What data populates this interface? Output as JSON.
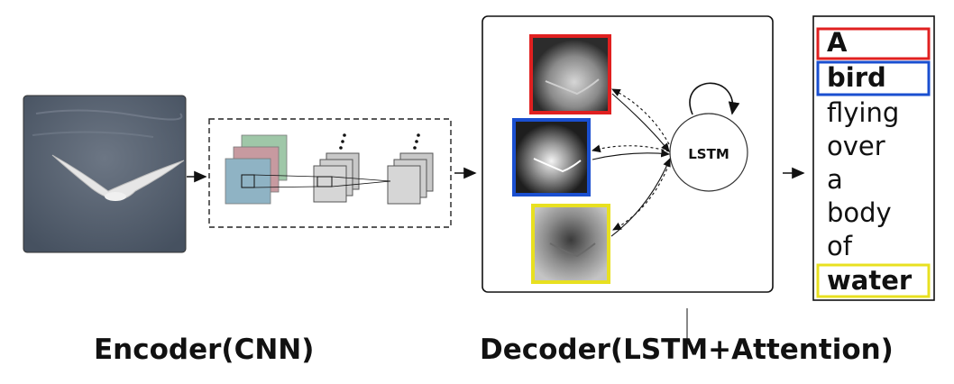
{
  "captions": {
    "encoder": "Encoder(CNN)",
    "decoder": "Decoder(LSTM+Attention)"
  },
  "lstm_label": "LSTM",
  "caption_words": [
    {
      "text": "A",
      "highlight": "#e02020",
      "bold": true
    },
    {
      "text": "bird",
      "highlight": "#1a4fd0",
      "bold": true
    },
    {
      "text": "flying",
      "highlight": null,
      "bold": false
    },
    {
      "text": "over",
      "highlight": null,
      "bold": false
    },
    {
      "text": "a",
      "highlight": null,
      "bold": false
    },
    {
      "text": "body",
      "highlight": null,
      "bold": false
    },
    {
      "text": "of",
      "highlight": null,
      "bold": false
    },
    {
      "text": "water",
      "highlight": "#e8e020",
      "bold": true
    }
  ],
  "colors": {
    "attention_red": "#e02020",
    "attention_blue": "#1a4fd0",
    "attention_yellow": "#e8e020",
    "photo_water": "#56606e"
  },
  "icons": {
    "input-photo": "seagull-over-water",
    "cnn-block": "stacked-feature-maps",
    "lstm-node": "circle-with-self-loop"
  }
}
